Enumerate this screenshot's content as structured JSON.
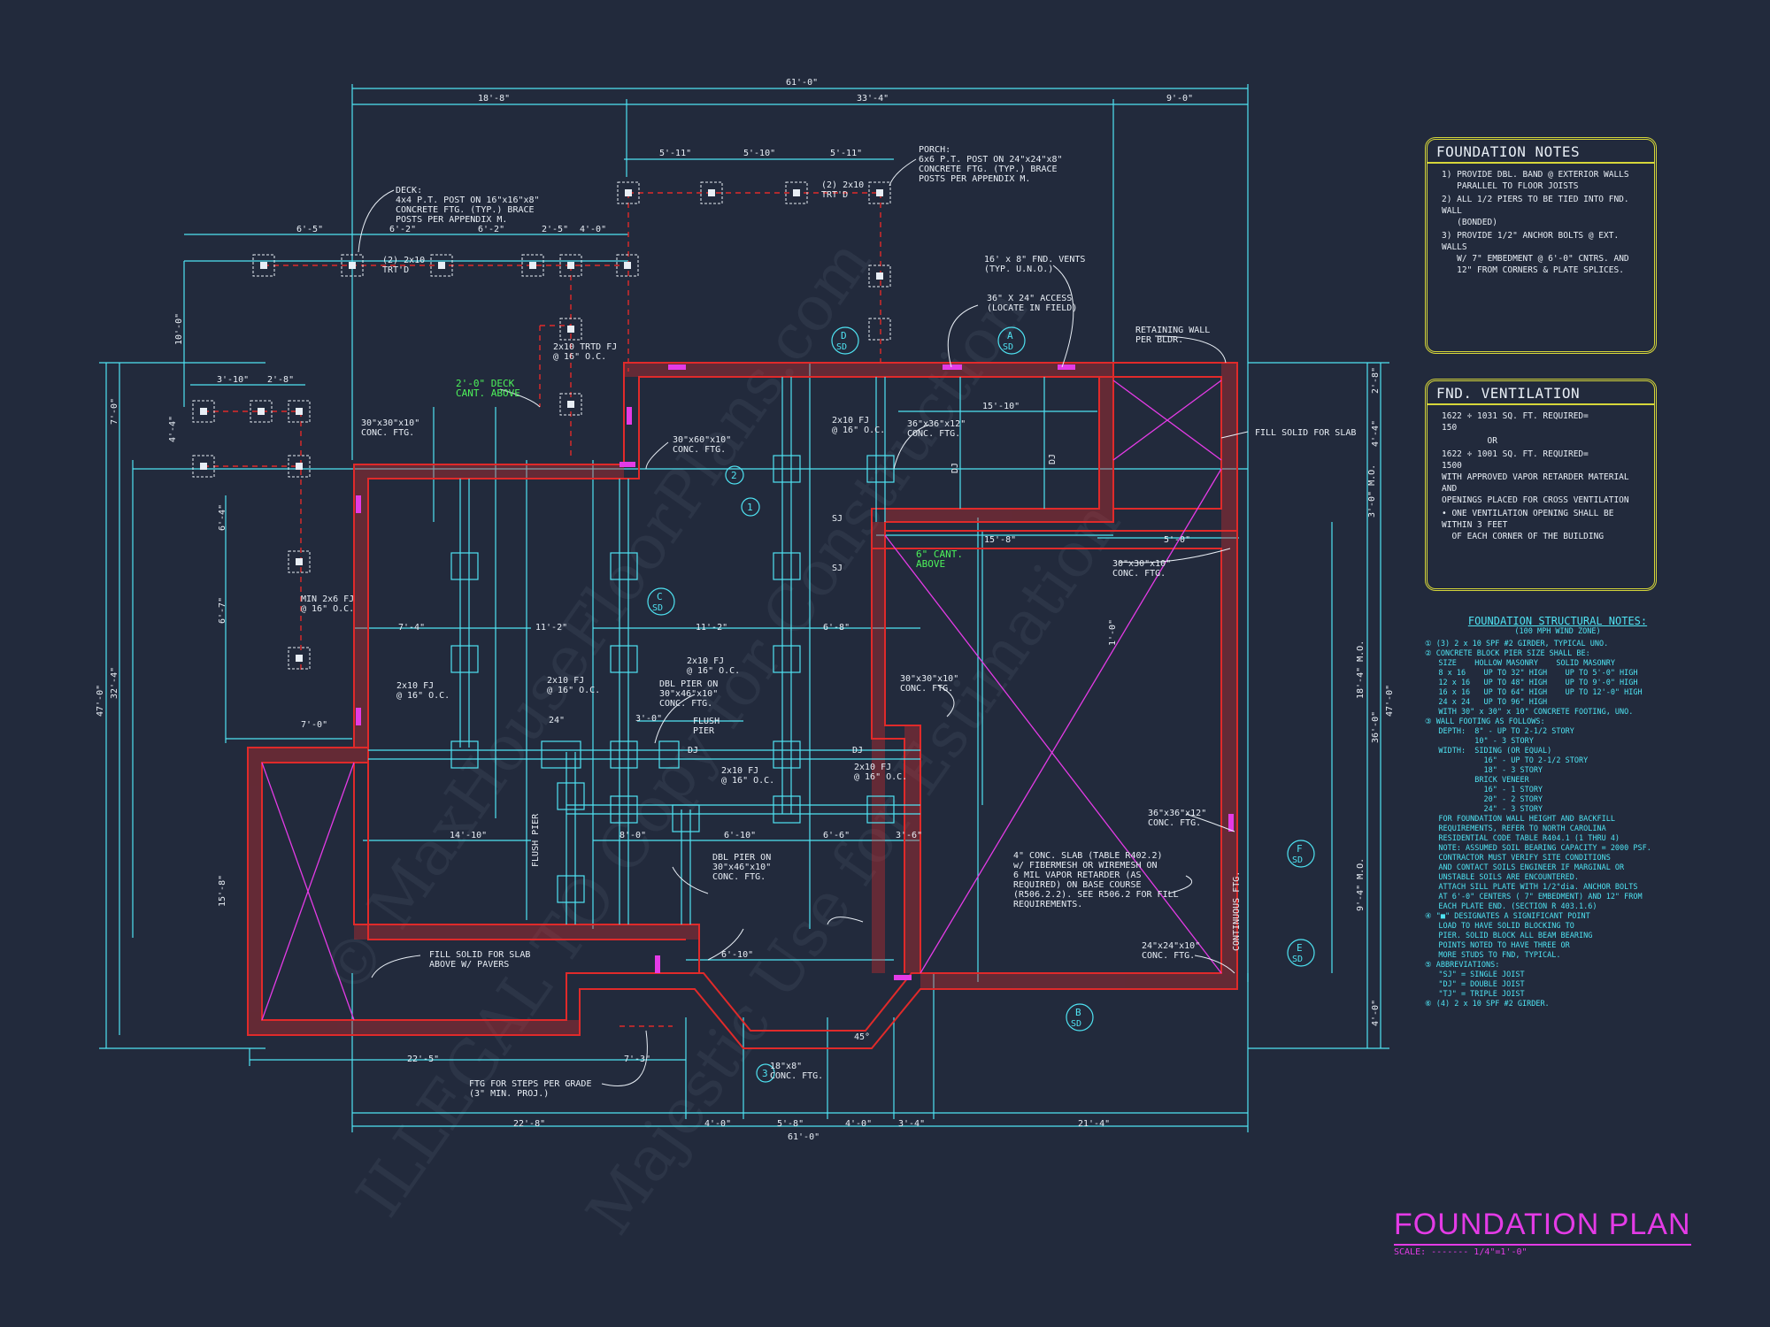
{
  "colors": {
    "background": "#222a3c",
    "dim": "#4fe3f2",
    "wall": "#e02a2a",
    "text": "#e8eef5",
    "note_green": "#4df25a",
    "diag": "#e43be6",
    "panel": "#d6d63a"
  },
  "watermarks": [
    "© MaxHouseFloorPlans.com",
    "ILLEGAL TO Copy for Construction",
    "Majestic Use for Estimation"
  ],
  "dims": {
    "top_overall": "61'-0\"",
    "top_a": "18'-8\"",
    "top_b": "33'-4\"",
    "top_c": "9'-0\"",
    "porch_1": "5'-11\"",
    "porch_2": "5'-10\"",
    "porch_3": "5'-11\"",
    "deck_1": "6'-5\"",
    "deck_2": "6'-2\"",
    "deck_3": "6'-2\"",
    "deck_4": "2'-5\"",
    "deck_5": "4'-0\"",
    "stair_1": "3'-10\"",
    "stair_2": "2'-8\"",
    "v_left_total": "47'-0\"",
    "v_left_b": "32'-4\"",
    "v_left_c": "7'-0\"",
    "v_left_d": "4'-4\"",
    "v_left_e": "10'-0\"",
    "v_left_f": "6'-4\"",
    "v_left_g": "6'-7\"",
    "v_left_h": "15'-8\"",
    "v_right_total": "47'-0\"",
    "v_right_b": "36'-0\"",
    "v_right_c": "18'-4\" M.O.",
    "v_right_d": "9'-4\" M.O.",
    "v_right_e": "3'-0\" M.O.",
    "v_right_f": "2'-8\"",
    "v_right_g": "4'-4\"",
    "v_right_h": "4'-0\"",
    "bot_overall": "61'-0\"",
    "bot_a": "22'-8\"",
    "bot_b": "4'-0\"",
    "bot_c": "5'-8\"",
    "bot_d": "4'-0\"",
    "bot_e": "3'-4\"",
    "bot_f": "21'-4\"",
    "lower_a": "22'-5\"",
    "lower_b": "7'-3\"",
    "int_1": "7'-4\"",
    "int_2": "11'-2\"",
    "int_3": "11'-2\"",
    "int_4": "6'-8\"",
    "int_5": "14'-10\"",
    "int_6": "8'-0\"",
    "int_7": "6'-10\"",
    "int_8": "6'-6\"",
    "int_9": "3'-6\"",
    "int_10": "15'-10\"",
    "int_11": "15'-8\"",
    "int_12": "5'-0\"",
    "int_13": "7'-0\"",
    "int_14": "24\"",
    "int_15": "3'-0\"",
    "int_16": "6'-10\"",
    "angle": "45°",
    "int_17": "1'-0\""
  },
  "labels": {
    "deck": "DECK:\n4x4 P.T. POST ON 16\"x16\"x8\"\nCONCRETE FTG. (TYP.) BRACE\nPOSTS PER APPENDIX M.",
    "porch": "PORCH:\n6x6 P.T. POST ON 24\"x24\"x8\"\nCONCRETE FTG. (TYP.) BRACE\nPOSTS PER APPENDIX M.",
    "beam_2x10": "(2) 2x10\nTRT'D",
    "beam_2x10_b": "(2) 2x10\nTRT'D",
    "vents": "16' x 8\" FND. VENTS\n(TYP. U.N.O.)",
    "access": "36\" X 24\" ACCESS\n(LOCATE IN FIELD)",
    "retaining": "RETAINING WALL\nPER BLDR.",
    "fill_solid": "FILL SOLID FOR SLAB",
    "deck_cant": "2'-0\" DECK\nCANT. ABOVE",
    "cant_6": "6\" CANT.\nABOVE",
    "ftg_30x60": "30\"x60\"x10\"\nCONC. FTG.",
    "ftg_36x36": "36\"x36\"x12\"\nCONC. FTG.",
    "ftg_30x30_a": "30\"x30\"x10\"\nCONC. FTG.",
    "ftg_30x30_b": "30\"x30\"x10\"\nCONC. FTG.",
    "ftg_30x30_c": "30\"x30\"x10\"\nCONC. FTG.",
    "ftg_36x36b": "36\"x36\"x12\"\nCONC. FTG.",
    "ftg_24x24": "24\"x24\"x10\"\nCONC. FTG.",
    "ftg_18x8": "18\"x8\"\nCONC. FTG.",
    "dbl_pier_a": "DBL PIER ON\n30\"x46\"x10\"\nCONC. FTG.",
    "dbl_pier_b": "DBL PIER ON\n30\"x46\"x10\"\nCONC. FTG.",
    "flush_pier": "FLUSH\nPIER",
    "min_2x6": "MIN 2x6 FJ\n@ 16\" O.C.",
    "slab": "4\" CONC. SLAB (TABLE R402.2)\nw/ FIBERMESH OR WIREMESH ON\n6 MIL VAPOR RETARDER (AS\nREQUIRED) ON BASE COURSE\n(R506.2.2). SEE R506.2 FOR FILL\nREQUIREMENTS.",
    "fill_pavers": "FILL SOLID FOR SLAB\nABOVE W/ PAVERS",
    "ftg_steps": "FTG FOR STEPS PER GRADE\n(3\" MIN. PROJ.)",
    "fj_a": "2x10 FJ\n@ 16\" O.C.",
    "fj_b": "2x10 FJ\n@ 16\" O.C.",
    "fj_c": "2x10 FJ\n@ 16\" O.C.",
    "fj_d": "2x10 FJ\n@ 16\" O.C.",
    "fj_e": "2x10 FJ\n@ 16\" O.C.",
    "fj_f": "2x10 FJ\n@ 16\" O.C.",
    "fj_trtd": "2x10 TRTD FJ\n@ 16\" O.C.",
    "sj": "SJ",
    "dj": "DJ",
    "cont_ftg": "CONTINUOUS FTG.",
    "flush_beam": "FLUSH PIER",
    "sec_d": "D",
    "sec_a": "A",
    "sec_c": "C",
    "sec_f": "F",
    "sec_e": "E",
    "sec_b": "B",
    "sec_sd": "SD",
    "tag_1": "1",
    "tag_2": "2",
    "tag_3": "3"
  },
  "foundation_notes": {
    "title": "FOUNDATION NOTES",
    "items": [
      "1) PROVIDE DBL. BAND @ EXTERIOR WALLS\n   PARALLEL TO FLOOR JOISTS",
      "2) ALL 1/2 PIERS TO BE TIED INTO FND. WALL\n   (BONDED)",
      "3) PROVIDE 1/2\" ANCHOR BOLTS @ EXT. WALLS\n   W/ 7\" EMBEDMENT @ 6'-0\" CNTRS. AND\n   12\" FROM CORNERS & PLATE SPLICES."
    ]
  },
  "ventilation": {
    "title": "FND. VENTILATION",
    "items": [
      "1622 ÷ 1031 SQ. FT. REQUIRED=\n150",
      "         OR",
      "1622 ÷ 1001 SQ. FT. REQUIRED=\n1500\nWITH APPROVED VAPOR RETARDER MATERIAL AND\nOPENINGS PLACED FOR CROSS VENTILATION",
      "• ONE VENTILATION OPENING SHALL BE WITHIN 3 FEET\n  OF EACH CORNER OF THE BUILDING"
    ]
  },
  "structural_notes": {
    "title": "FOUNDATION STRUCTURAL NOTES:",
    "subtitle": "(100 MPH WIND ZONE)",
    "lines": [
      "① (3) 2 x 10 SPF #2 GIRDER, TYPICAL UNO.",
      "② CONCRETE BLOCK PIER SIZE SHALL BE:",
      "   SIZE    HOLLOW MASONRY    SOLID MASONRY",
      "   8 x 16    UP TO 32\" HIGH    UP TO 5'-0\" HIGH",
      "   12 x 16   UP TO 48\" HIGH    UP TO 9'-0\" HIGH",
      "   16 x 16   UP TO 64\" HIGH    UP TO 12'-0\" HIGH",
      "   24 x 24   UP TO 96\" HIGH",
      "   WITH 30\" x 30\" x 10\" CONCRETE FOOTING, UNO.",
      "③ WALL FOOTING AS FOLLOWS:",
      "   DEPTH:  8\" - UP TO 2-1/2 STORY",
      "           10\" - 3 STORY",
      "   WIDTH:  SIDING (OR EQUAL)",
      "             16\" - UP TO 2-1/2 STORY",
      "             18\" - 3 STORY",
      "           BRICK VENEER",
      "             16\" - 1 STORY",
      "             20\" - 2 STORY",
      "             24\" - 3 STORY",
      "   FOR FOUNDATION WALL HEIGHT AND BACKFILL",
      "   REQUIREMENTS, REFER TO NORTH CAROLINA",
      "   RESIDENTIAL CODE TABLE R404.1 (1 THRU 4)",
      "   NOTE: ASSUMED SOIL BEARING CAPACITY = 2000 PSF.",
      "   CONTRACTOR MUST VERIFY SITE CONDITIONS",
      "   AND CONTACT SOILS ENGINEER IF MARGINAL OR",
      "   UNSTABLE SOILS ARE ENCOUNTERED.",
      "   ATTACH SILL PLATE WITH 1/2\"dia. ANCHOR BOLTS",
      "   AT 6'-0\" CENTERS ( 7\" EMBEDMENT) AND 12\" FROM",
      "   EACH PLATE END. (SECTION R 403.1.6)",
      "④ \"■\" DESIGNATES A SIGNIFICANT POINT",
      "   LOAD TO HAVE SOLID BLOCKING TO",
      "   PIER. SOLID BLOCK ALL BEAM BEARING",
      "   POINTS NOTED TO HAVE THREE OR",
      "   MORE STUDS TO FND, TYPICAL.",
      "⑤ ABBREVIATIONS:",
      "   \"SJ\" = SINGLE JOIST",
      "   \"DJ\" = DOUBLE JOIST",
      "   \"TJ\" = TRIPLE JOIST",
      "⑥ (4) 2 x 10 SPF #2 GIRDER."
    ]
  },
  "title_block": {
    "title": "FOUNDATION PLAN",
    "scale": "SCALE: ------- 1/4\"=1'-0\""
  }
}
